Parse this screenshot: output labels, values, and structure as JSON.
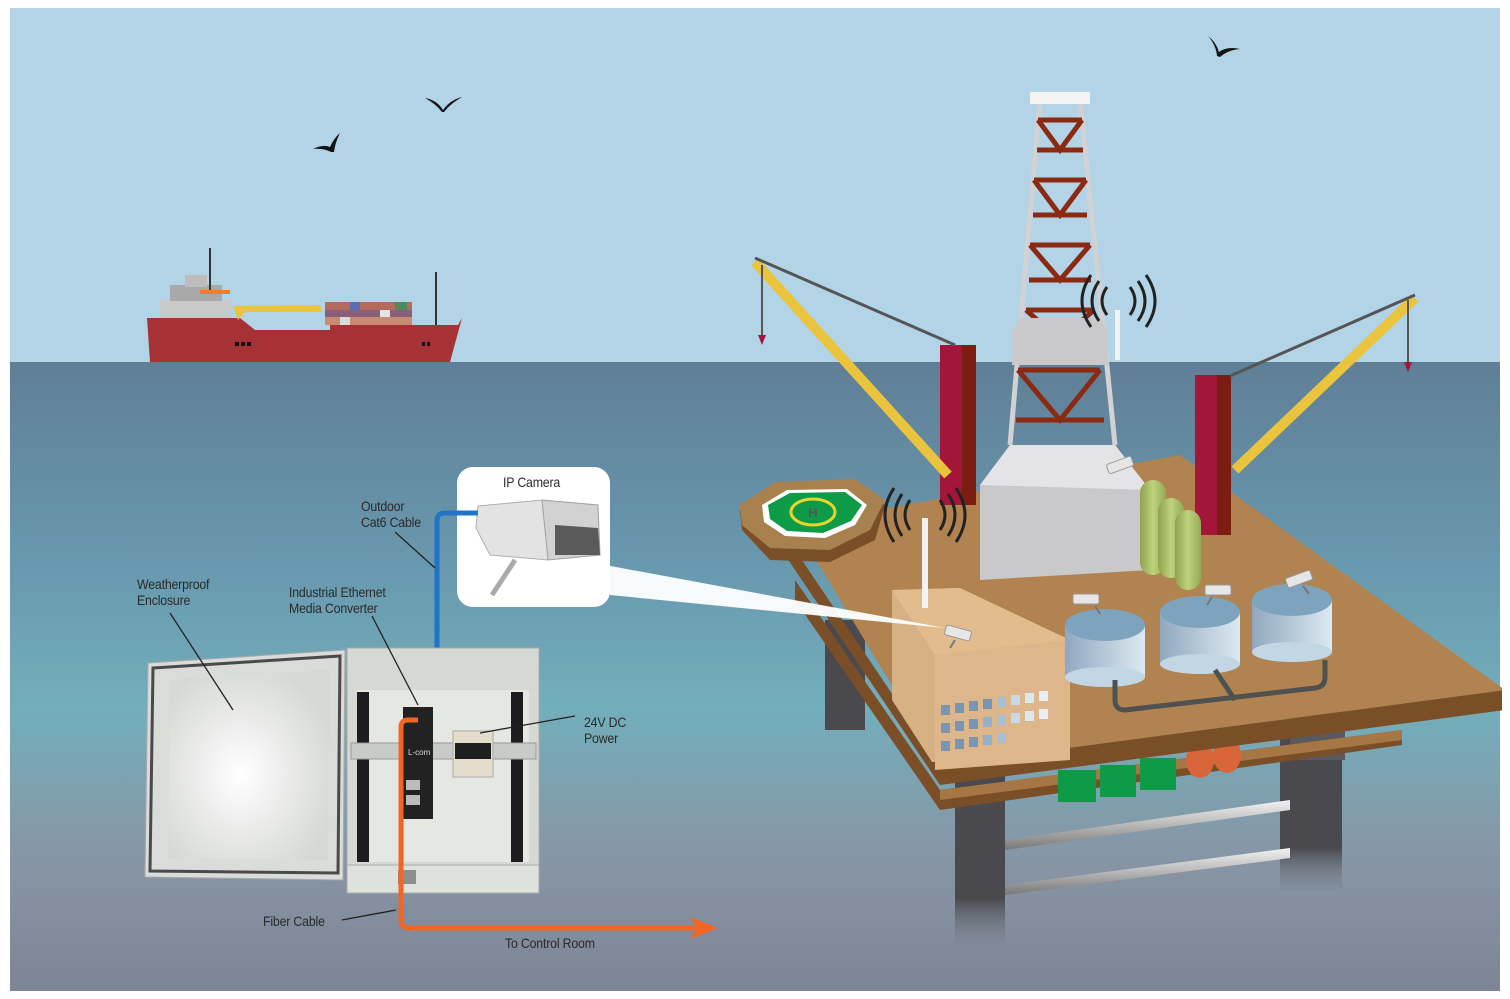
{
  "diagram": {
    "labels": {
      "ip_camera": "IP Camera",
      "outdoor_cable": [
        "Outdoor",
        "Cat6 Cable"
      ],
      "enclosure": [
        "Weatherproof",
        "Enclosure"
      ],
      "media_converter": [
        "Industrial Ethernet",
        "Media Converter"
      ],
      "power": [
        "24V DC",
        "Power"
      ],
      "fiber_cable": "Fiber Cable",
      "control_room": "To Control Room"
    },
    "device_brand": "L-com",
    "colors": {
      "sky": "#b3d4e7",
      "sea": "#6e93ab",
      "cat6_cable": "#1f74c8",
      "fiber_cable": "#f26522",
      "ship_hull": "#a63236",
      "crane_boom": "#e9c43c",
      "derrick": "#8b2a12",
      "deck": "#b08350",
      "helipad": "#0d9b47"
    },
    "icons": [
      "bird-icon",
      "wireless-signal-icon",
      "ip-camera-icon",
      "arrow-right-icon"
    ]
  }
}
